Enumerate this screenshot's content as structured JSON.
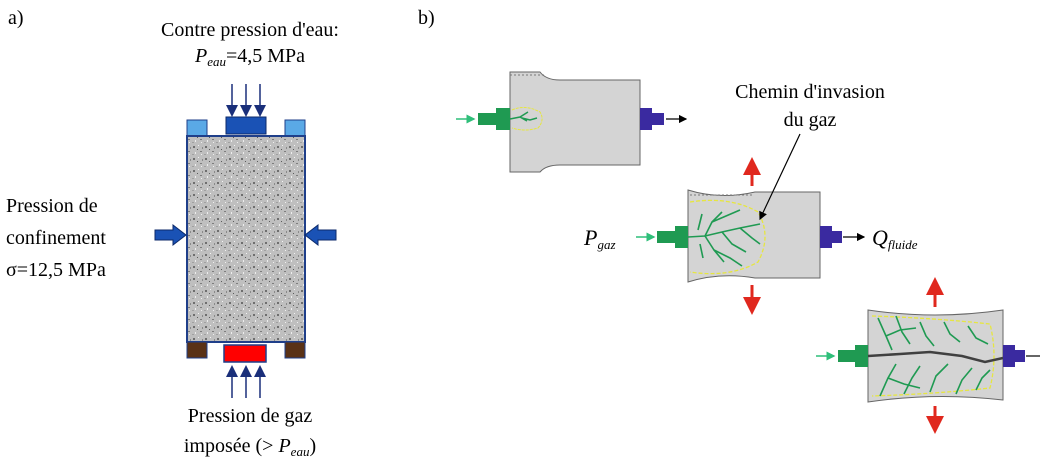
{
  "panel_a": {
    "label": "a)",
    "top": {
      "line1": "Contre pression d'eau:",
      "p_symbol": "P",
      "p_sub": "eau",
      "p_value": "=4,5 MPa"
    },
    "left": {
      "line1": "Pression de",
      "line2": "confinement",
      "line3": "σ=12,5 MPa"
    },
    "bottom": {
      "line1": "Pression de gaz",
      "line2_prefix": "imposée (> ",
      "p_symbol": "P",
      "p_sub": "eau",
      "line2_suffix": ")"
    },
    "colors": {
      "sample_border": "#1f3f8a",
      "top_plate": "#1a52b5",
      "top_blocks": "#5aa9e6",
      "bottom_plate": "#ff0000",
      "bottom_blocks": "#5a3216",
      "arrow": "#1a2f7a"
    }
  },
  "panel_b": {
    "label": "b)",
    "path_label_line1": "Chemin d'invasion",
    "path_label_line2": "du gaz",
    "gas_symbol": "P",
    "gas_sub": "gaz",
    "fluid_symbol": "Q",
    "fluid_sub": "fluide",
    "colors": {
      "sample_fill": "#d4d4d4",
      "inlet": "#1f9a52",
      "outlet": "#3a2aa0",
      "crack": "#1f9a52",
      "front": "#e6e640",
      "expansion_arrow": "#e0281e",
      "main_crack": "#404040"
    }
  }
}
